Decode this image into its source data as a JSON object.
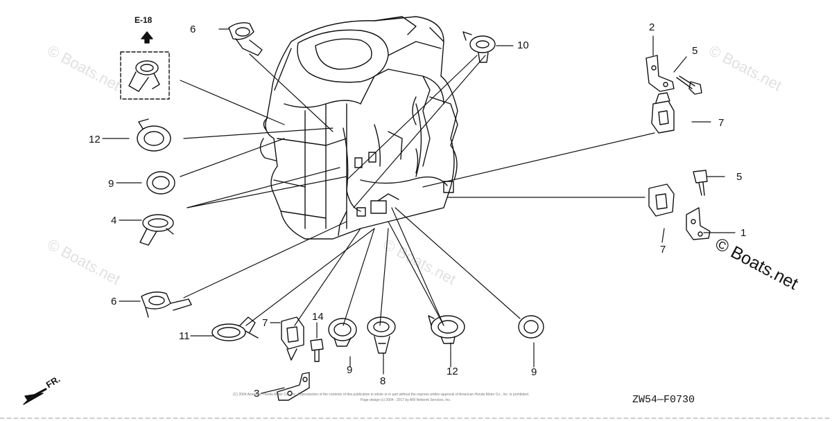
{
  "diagram": {
    "reference_label": "E-18",
    "diagram_code": "ZW54—F0730",
    "front_label": "FR.",
    "watermark_text": "© Boats.net",
    "copyright_line_1": "(C) 2004 American Honda Motor Co., Inc. Reproduction of the contents of this publication in whole or in part without the express written approval of American Honda Motor Co., Inc. is prohibited.",
    "copyright_line_2": "Page design (c) 2004 - 2017 by ARI Network Services, Inc.",
    "callouts": [
      {
        "id": "c6a",
        "text": "6"
      },
      {
        "id": "c10",
        "text": "10"
      },
      {
        "id": "c2",
        "text": "2"
      },
      {
        "id": "c5a",
        "text": "5"
      },
      {
        "id": "c7a",
        "text": "7"
      },
      {
        "id": "c12a",
        "text": "12"
      },
      {
        "id": "c9a",
        "text": "9"
      },
      {
        "id": "c5b",
        "text": "5"
      },
      {
        "id": "c4",
        "text": "4"
      },
      {
        "id": "c1",
        "text": "1"
      },
      {
        "id": "c7b",
        "text": "7"
      },
      {
        "id": "c6b",
        "text": "6"
      },
      {
        "id": "c11",
        "text": "11"
      },
      {
        "id": "c7c",
        "text": "7"
      },
      {
        "id": "c14",
        "text": "14"
      },
      {
        "id": "c9b",
        "text": "9"
      },
      {
        "id": "c8",
        "text": "8"
      },
      {
        "id": "c12b",
        "text": "12"
      },
      {
        "id": "c9c",
        "text": "9"
      },
      {
        "id": "c3",
        "text": "3"
      }
    ]
  }
}
